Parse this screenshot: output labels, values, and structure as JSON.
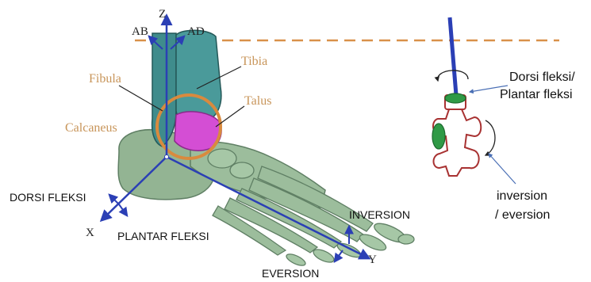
{
  "labels": {
    "axis_z": "Z",
    "axis_x": "X",
    "axis_y": "Y",
    "ab": "AB",
    "ad": "AD",
    "tibia": "Tibia",
    "fibula": "Fibula",
    "talus": "Talus",
    "calcaneus": "Calcaneus",
    "dorsi_fleksi": "DORSI FLEKSI",
    "plantar_fleksi": "PLANTAR FLEKSI",
    "inversion": "INVERSION",
    "eversion": "EVERSION"
  },
  "schematic": {
    "line1": "Dorsi fleksi/",
    "line2": "Plantar fleksi",
    "inv_line1": "inversion",
    "inv_line2": "/ eversion"
  },
  "colors": {
    "axis_blue": "#2b3fb5",
    "label_tan": "#c8955a",
    "ring_orange": "#d98a3e",
    "dash_orange": "#d9914a",
    "bone_green": "#93b493",
    "bone_dark": "#5f7f64",
    "tibia_teal": "#3f8c8c",
    "talus_pink": "#d44ed4",
    "joint_green": "#2f9a46",
    "joint_red": "#a83232"
  }
}
